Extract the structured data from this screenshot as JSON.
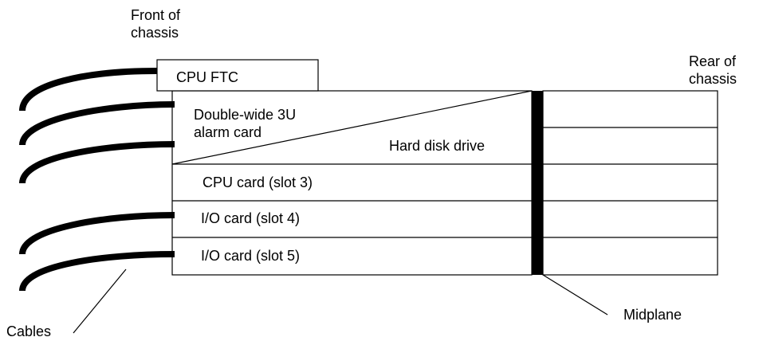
{
  "labels": {
    "front": "Front of\nchassis",
    "rear": "Rear of\nchassis",
    "cpu_ftc": "CPU FTC",
    "alarm_card": "Double-wide 3U\nalarm card",
    "hdd": "Hard disk drive",
    "cpu_card": "CPU card (slot 3)",
    "io_card_4": "I/O card (slot 4)",
    "io_card_5": "I/O card (slot 5)",
    "cables": "Cables",
    "midplane": "Midplane"
  },
  "colors": {
    "line": "#000000",
    "background": "#ffffff"
  }
}
